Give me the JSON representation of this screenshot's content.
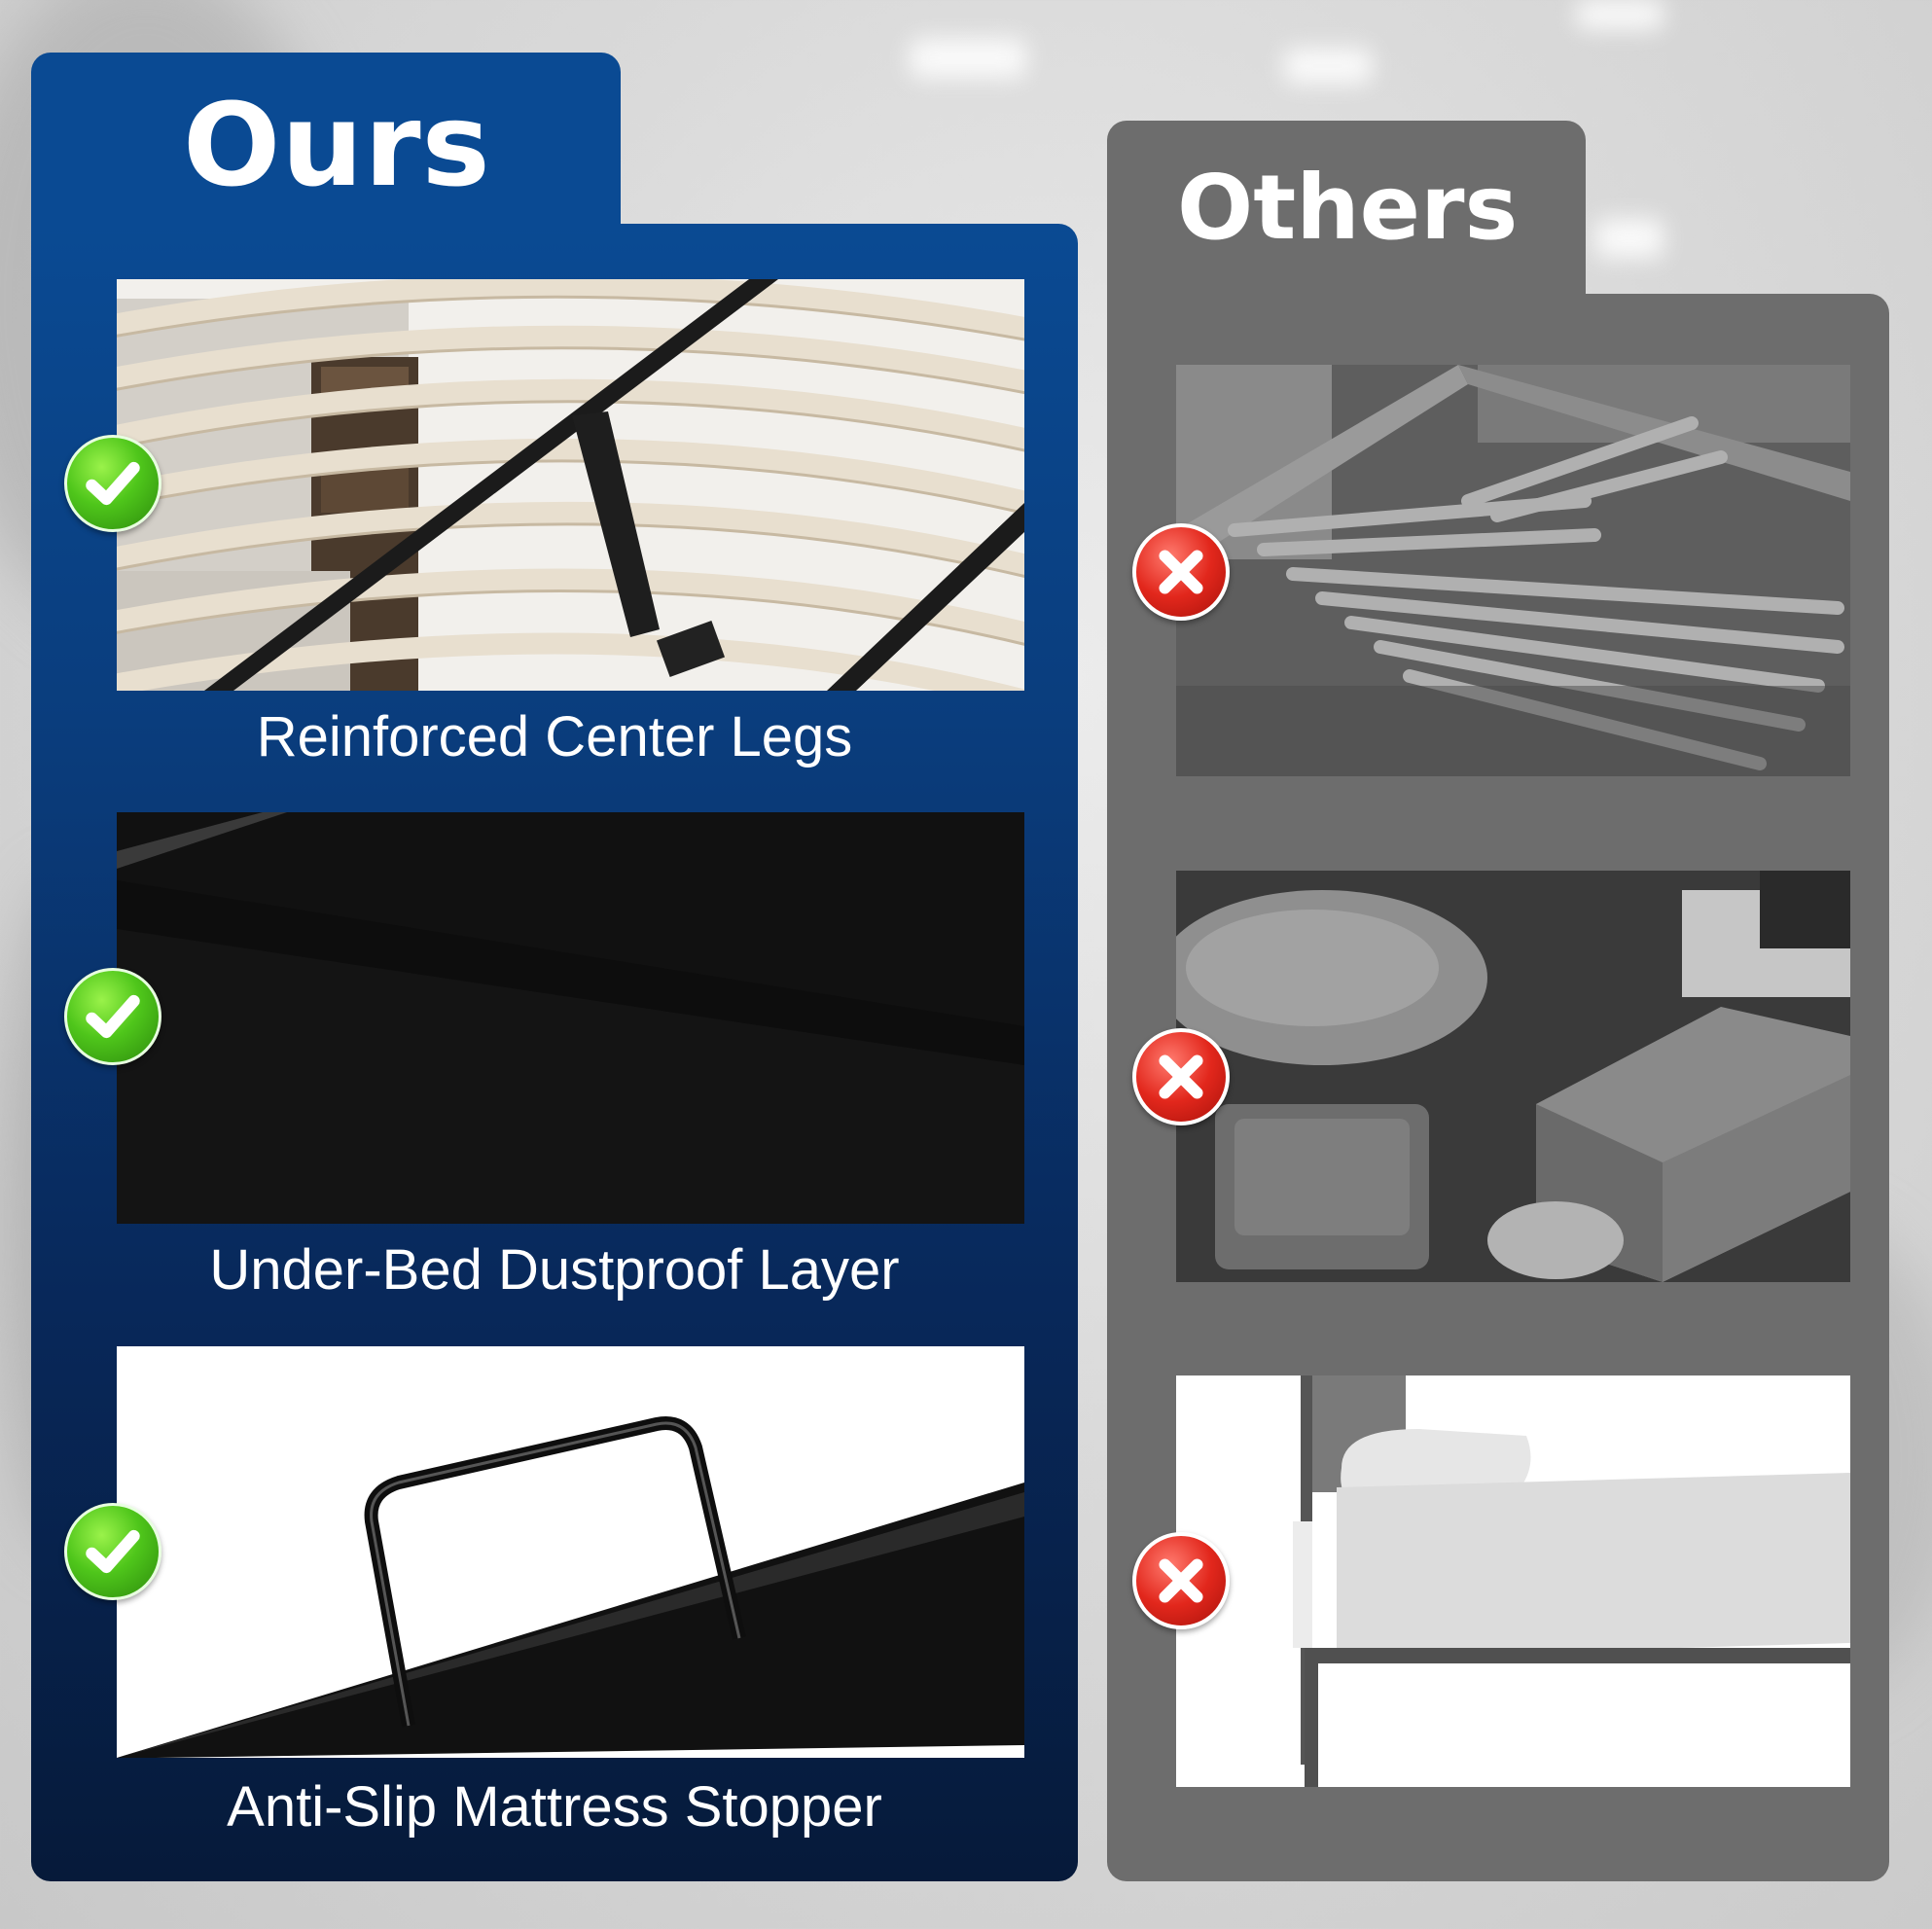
{
  "ours": {
    "title": "Ours",
    "features": [
      {
        "caption": "Reinforced Center Legs",
        "icon": "check-icon"
      },
      {
        "caption": "Under-Bed Dustproof Layer",
        "icon": "check-icon"
      },
      {
        "caption": "Anti-Slip Mattress Stopper",
        "icon": "check-icon"
      }
    ]
  },
  "others": {
    "title": "Others",
    "items": [
      {
        "icon": "cross-icon"
      },
      {
        "icon": "cross-icon"
      },
      {
        "icon": "cross-icon"
      }
    ]
  },
  "colors": {
    "ours_panel": "#0a4a93",
    "ours_panel_bottom": "#061a3a",
    "others_panel": "#6d6d6d",
    "check": "#4fc61b",
    "cross": "#e2271c"
  }
}
